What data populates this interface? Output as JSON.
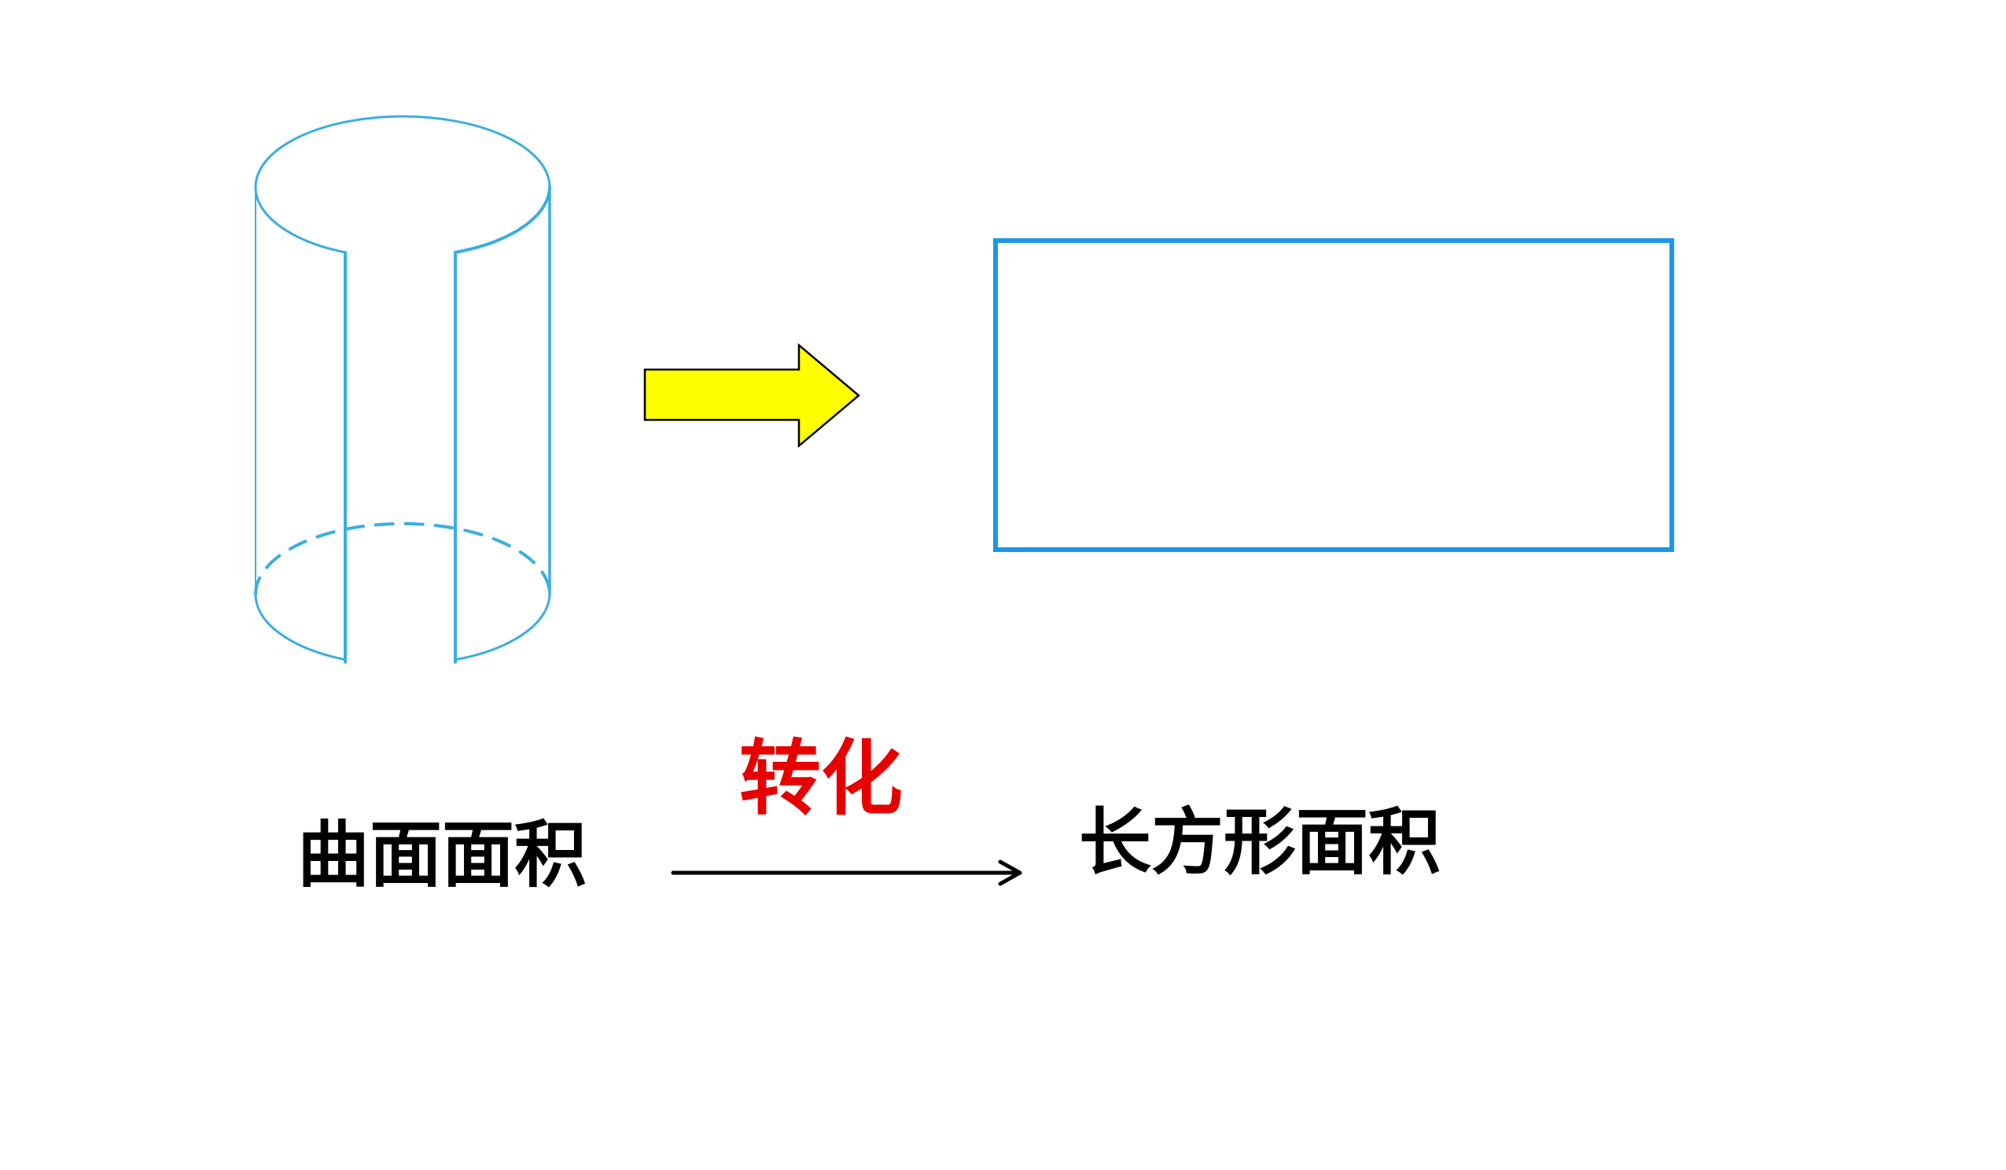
{
  "labels": {
    "source": "曲面面积",
    "transform": "转化",
    "target": "长方形面积"
  },
  "colors": {
    "cylinder": "#3AAEE0",
    "rectangle": "#1E96E6",
    "block_arrow_fill": "#FFFF00",
    "transform_text": "#E60000",
    "text": "#000000"
  },
  "icons": {
    "cylinder": "cut-open-cylinder-icon",
    "block_arrow": "right-arrow-icon",
    "rectangle": "rectangle-icon"
  }
}
